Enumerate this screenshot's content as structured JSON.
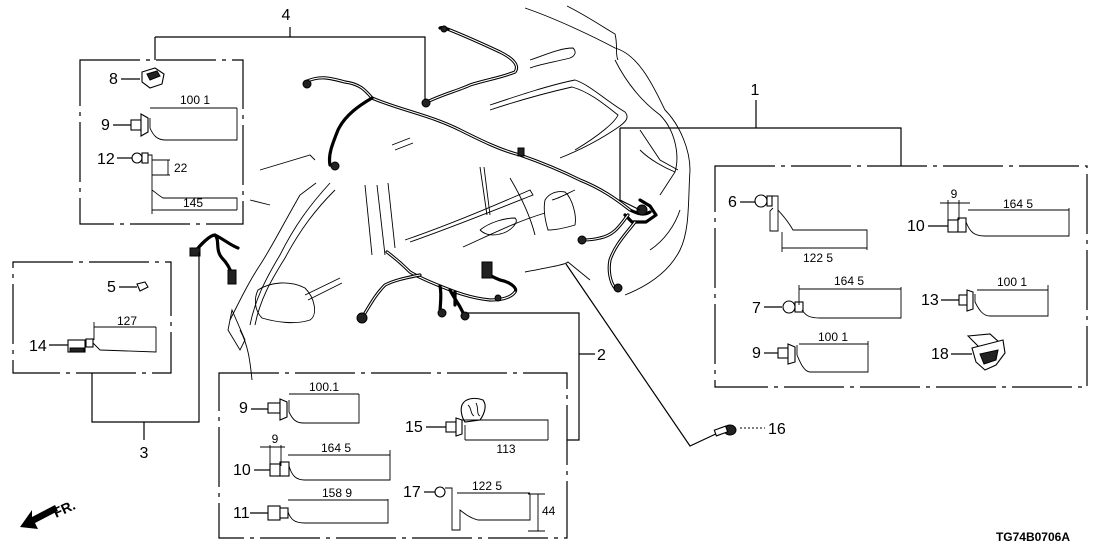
{
  "diagram": {
    "code": "TG74B0706A",
    "direction_label": "FR.",
    "groups": [
      {
        "ref": "1",
        "name": "group-1"
      },
      {
        "ref": "2",
        "name": "group-2"
      },
      {
        "ref": "3",
        "name": "group-3"
      },
      {
        "ref": "4",
        "name": "group-4"
      }
    ],
    "box4": {
      "parts": [
        {
          "ref": "8"
        },
        {
          "ref": "9",
          "dim": "100 1"
        },
        {
          "ref": "12",
          "dim_v": "22",
          "dim": "145"
        }
      ]
    },
    "box3": {
      "parts": [
        {
          "ref": "5"
        },
        {
          "ref": "14",
          "dim": "127"
        }
      ]
    },
    "box2": {
      "parts": [
        {
          "ref": "9",
          "dim": "100.1"
        },
        {
          "ref": "10",
          "dim_small": "9",
          "dim": "164 5"
        },
        {
          "ref": "11",
          "dim": "158 9"
        },
        {
          "ref": "15",
          "dim": "113"
        },
        {
          "ref": "17",
          "dim": "122 5",
          "dim_v": "44"
        }
      ]
    },
    "box1": {
      "parts": [
        {
          "ref": "6",
          "dim": "122 5"
        },
        {
          "ref": "10",
          "dim_small": "9",
          "dim": "164 5"
        },
        {
          "ref": "7",
          "dim": "164 5"
        },
        {
          "ref": "13",
          "dim": "100 1"
        },
        {
          "ref": "9",
          "dim": "100 1"
        },
        {
          "ref": "18"
        }
      ]
    },
    "loose": [
      {
        "ref": "16"
      }
    ]
  }
}
